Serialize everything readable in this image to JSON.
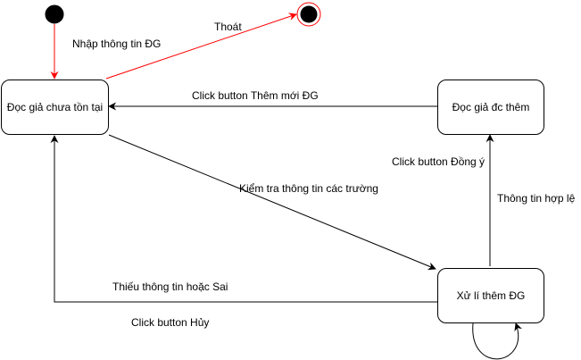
{
  "colors": {
    "line": "#000000",
    "start_end_flow": "#ff0000",
    "node_fill": "#ffffff",
    "dot_fill": "#000000"
  },
  "states": {
    "reader_not_exist": "Đọc giả chưa tồn tại",
    "reader_added": "Đọc giả đc thêm",
    "processing_add": "Xử lí thêm ĐG"
  },
  "transitions": {
    "enter_info": "Nhập thông tin ĐG",
    "exit": "Thoát",
    "click_add_new": "Click button Thêm mới ĐG",
    "click_agree": "Click button Đồng ý",
    "check_fields": "Kiểm tra thông tin các trường",
    "info_valid": "Thông tin hợp lệ",
    "missing_or_wrong": "Thiếu thông tin hoặc Sai",
    "click_cancel": "Click button Hủy"
  }
}
